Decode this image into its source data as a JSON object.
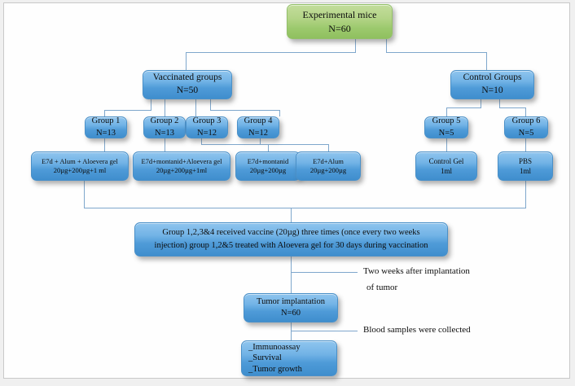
{
  "diagram": {
    "title": "Experimental mice study flowchart",
    "colors": {
      "box_blue": "#5aa3da",
      "box_green": "#a9ce7b",
      "connector": "#7fa7cc",
      "frame": "#c9c9c9",
      "text": "#0d0d0d"
    },
    "nodes": {
      "root": {
        "line1": "Experimental mice",
        "line2": "N=60"
      },
      "vaccinated": {
        "line1": "Vaccinated groups",
        "line2": "N=50"
      },
      "control": {
        "line1": "Control Groups",
        "line2": "N=10"
      },
      "group1": {
        "line1": "Group 1",
        "line2": "N=13"
      },
      "group2": {
        "line1": "Group 2",
        "line2": "N=13"
      },
      "group3": {
        "line1": "Group 3",
        "line2": "N=12"
      },
      "group4": {
        "line1": "Group 4",
        "line2": "N=12"
      },
      "group5": {
        "line1": "Group 5",
        "line2": "N=5"
      },
      "group6": {
        "line1": "Group 6",
        "line2": "N=5"
      },
      "treat1": {
        "line1": "E7d + Alum + Aloevera gel",
        "line2": "20µg+200µg+1 ml"
      },
      "treat2": {
        "line1": "E7d+montanid+Aloevera gel",
        "line2": "20µg+200µg+1ml"
      },
      "treat3": {
        "line1": "E7d+montanid",
        "line2": "20µg+200µg"
      },
      "treat4": {
        "line1": "E7d+Alum",
        "line2": "20µg+200µg"
      },
      "treat5": {
        "line1": "Control Gel",
        "line2": "1ml"
      },
      "treat6": {
        "line1": "PBS",
        "line2": "1ml"
      },
      "protocol": {
        "line1": "Group 1,2,3&4 received vaccine (20µg) three times (once every two weeks",
        "line2": "injection) group 1,2&5 treated with Aloevera gel for 30 days during vaccination"
      },
      "implantation": {
        "line1": "Tumor implantation",
        "line2": "N=60"
      },
      "outcomes": {
        "line1": "_Immunoassay",
        "line2": "_Survival",
        "line3": "_Tumor growth"
      }
    },
    "annotations": {
      "two_weeks_line1": "Two weeks after implantation",
      "two_weeks_line2": "of tumor",
      "blood_samples": "Blood samples were collected"
    }
  }
}
